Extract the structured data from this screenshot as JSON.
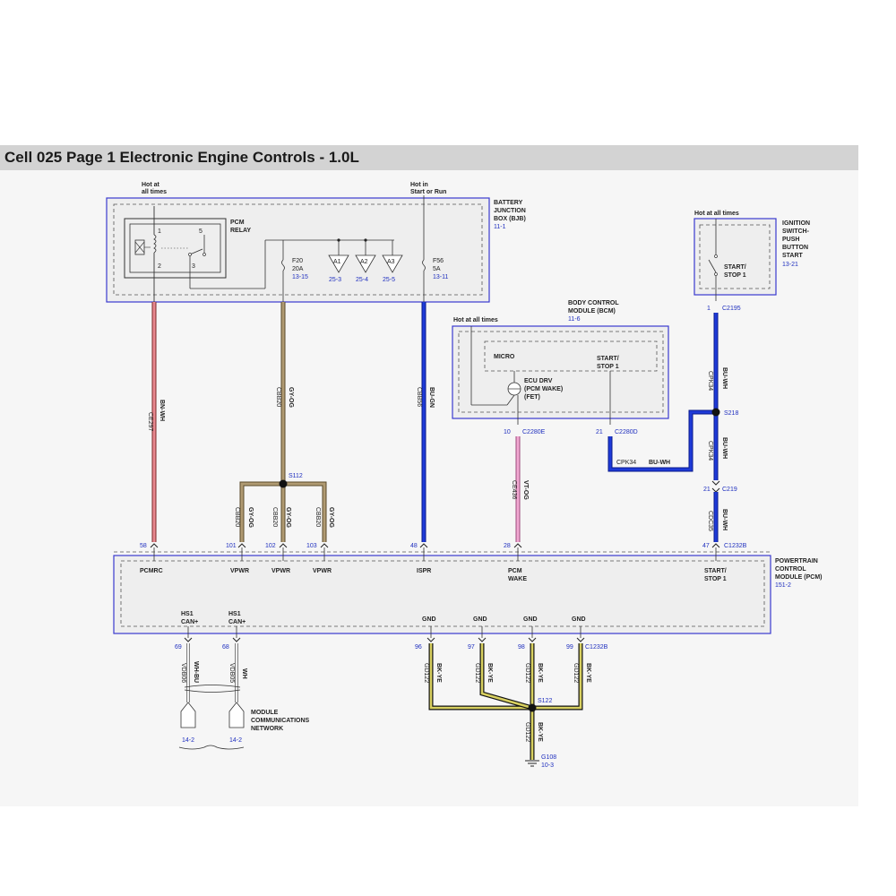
{
  "title": "Cell 025 Page 1 Electronic Engine Controls - 1.0L",
  "bjb": {
    "hot_all_times": [
      "Hot at",
      "all times"
    ],
    "hot_run": [
      "Hot in",
      "Start or Run"
    ],
    "name": [
      "BATTERY",
      "JUNCTION",
      "BOX (BJB)"
    ],
    "ref": "11-1",
    "relay": [
      "PCM",
      "RELAY"
    ],
    "pins": [
      "1",
      "5",
      "2",
      "3"
    ],
    "f20": [
      "F20",
      "20A",
      "13-15"
    ],
    "f56": [
      "F56",
      "5A",
      "13-11"
    ],
    "a_labels": [
      "A1",
      "A2",
      "A3"
    ],
    "a_refs": [
      "25-3",
      "25-4",
      "25-5"
    ]
  },
  "ignition": {
    "hot": "Hot at all times",
    "name": [
      "IGNITION",
      "SWITCH-",
      "PUSH",
      "BUTTON",
      "START"
    ],
    "ref": "13-21",
    "switch": [
      "START/",
      "STOP 1"
    ],
    "pin": "1",
    "connector": "C2195"
  },
  "bcm": {
    "name": [
      "BODY CONTROL",
      "MODULE (BCM)"
    ],
    "ref": "11-6",
    "hot": "Hot at all times",
    "micro": "MICRO",
    "start_stop": [
      "START/",
      "STOP 1"
    ],
    "ecu_drv": [
      "ECU DRV",
      "(PCM WAKE)",
      "(FET)"
    ],
    "pin_left": "10",
    "conn_left": "C2280E",
    "pin_right": "21",
    "conn_right": "C2280D"
  },
  "wires": {
    "ce297": [
      "CE297",
      "BN-WH"
    ],
    "cbb20": [
      "CBB20",
      "GY-OG"
    ],
    "cbb56": [
      "CBB56",
      "BU-GN"
    ],
    "ce436": [
      "CE436",
      "VT-OG"
    ],
    "cpk34": [
      "CPK34",
      "BU-WH"
    ],
    "cdc35": [
      "CDC35",
      "BU-WH"
    ],
    "cpk34_h": [
      "CPK34",
      "BU-WH"
    ],
    "vdb06": [
      "VDB06",
      "WH-BU"
    ],
    "vdb05": [
      "VDB05",
      "WH"
    ],
    "gd122": [
      "GD122",
      "BK-YE"
    ]
  },
  "splices": {
    "s112": "S112",
    "s218": "S218",
    "s122": "S122"
  },
  "c219": {
    "pin": "21",
    "connector": "C219"
  },
  "pcm": {
    "name": [
      "POWERTRAIN",
      "CONTROL",
      "MODULE (PCM)"
    ],
    "ref": "151-2",
    "connector_top": "C1232B",
    "connector_bottom": "C1232B",
    "top_pins": [
      "58",
      "101",
      "102",
      "103",
      "48",
      "28",
      "47"
    ],
    "top_labels": [
      "PCMRC",
      "VPWR",
      "VPWR",
      "VPWR",
      "ISPR",
      "PCM",
      "START/"
    ],
    "top_labels2": [
      "",
      "",
      "",
      "",
      "",
      "WAKE",
      "STOP 1"
    ],
    "can_labels": [
      [
        "HS1",
        "CAN+"
      ],
      [
        "HS1",
        "CAN+"
      ]
    ],
    "can_pins": [
      "69",
      "68"
    ],
    "gnd_label": "GND",
    "gnd_pins": [
      "96",
      "97",
      "98",
      "99"
    ]
  },
  "network": {
    "name": [
      "MODULE",
      "COMMUNICATIONS",
      "NETWORK"
    ],
    "refs": [
      "14-2",
      "14-2"
    ]
  },
  "ground": {
    "id": "G108",
    "ref": "10-3"
  }
}
